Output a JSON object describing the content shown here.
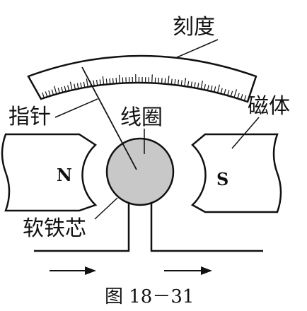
{
  "labels": {
    "scale": "刻度",
    "pointer": "指针",
    "coil": "线圈",
    "magnet": "磁体",
    "iron_core": "软铁芯",
    "north_pole": "N",
    "south_pole": "S"
  },
  "caption": "图 18－31",
  "colors": {
    "ink": "#111111",
    "core_fill": "#c8c8c8",
    "background": "#ffffff"
  },
  "icons": {
    "current_in": "arrow-right-icon",
    "current_out": "arrow-right-icon"
  }
}
